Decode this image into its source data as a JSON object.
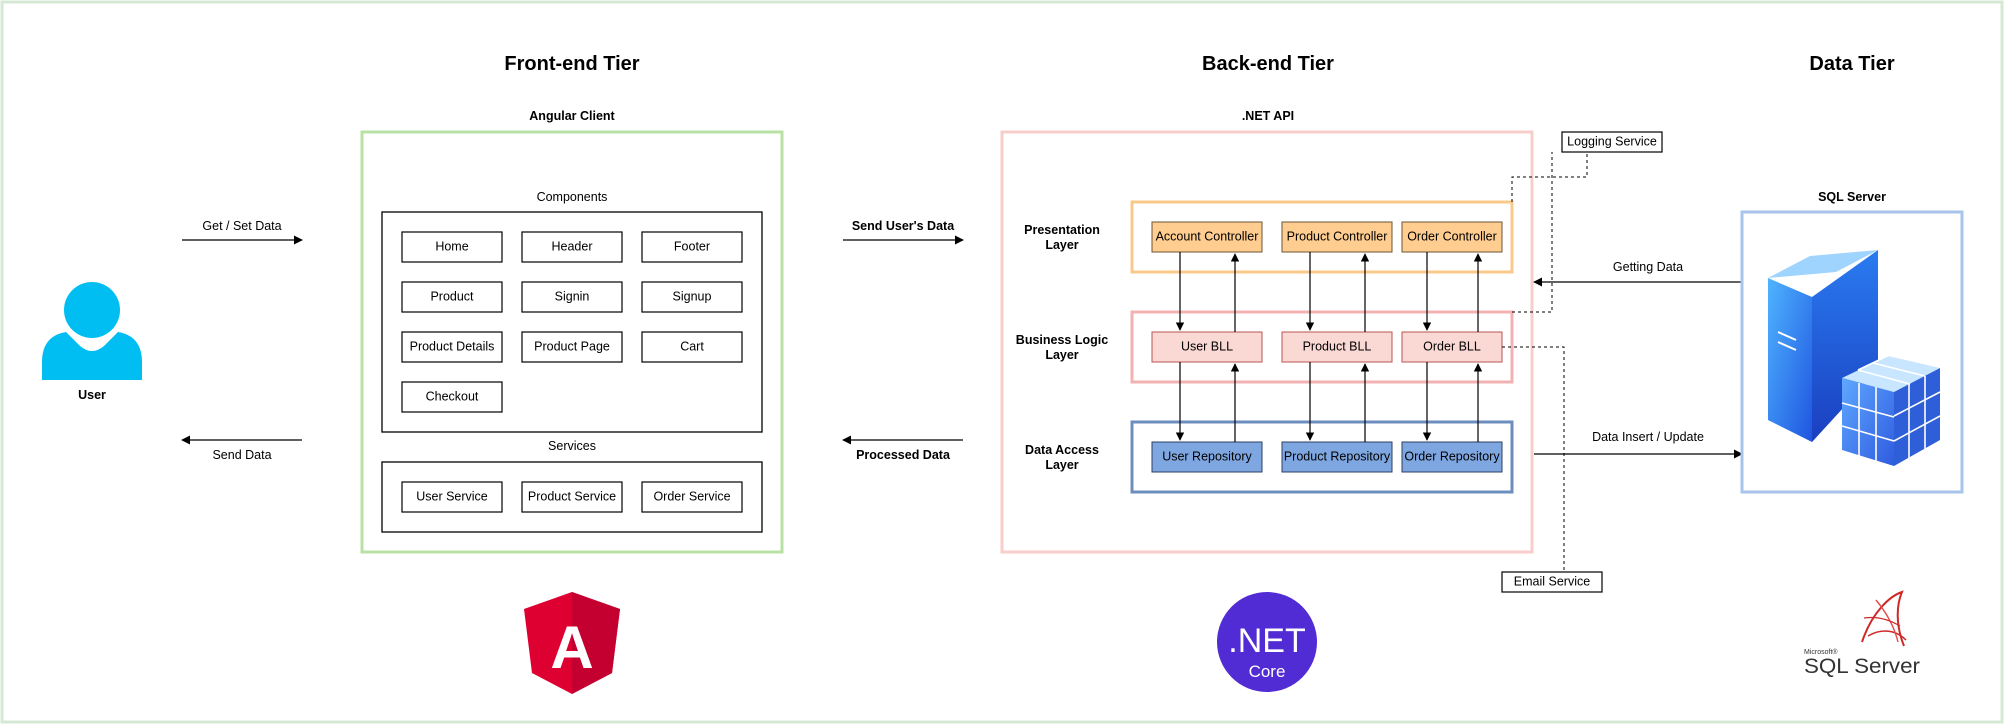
{
  "tiers": {
    "frontend": "Front-end Tier",
    "backend": "Back-end Tier",
    "data": "Data Tier"
  },
  "user": {
    "label": "User"
  },
  "flows": {
    "get_set": "Get / Set Data",
    "send_data": "Send Data",
    "send_users_data": "Send User's Data",
    "processed_data": "Processed Data",
    "getting_data": "Getting Data",
    "data_insert_update": "Data Insert / Update"
  },
  "angular": {
    "title": "Angular Client",
    "components_title": "Components",
    "components": [
      "Home",
      "Header",
      "Footer",
      "Product",
      "Signin",
      "Signup",
      "Product Details",
      "Product Page",
      "Cart",
      "Checkout"
    ],
    "services_title": "Services",
    "services": [
      "User Service",
      "Product Service",
      "Order Service"
    ]
  },
  "api": {
    "title": ".NET API",
    "layers": {
      "presentation": [
        "Presentation",
        "Layer"
      ],
      "business": [
        "Business Logic",
        "Layer"
      ],
      "data_access": [
        "Data Access",
        "Layer"
      ]
    },
    "controllers": [
      "Account Controller",
      "Product Controller",
      "Order Controller"
    ],
    "bll": [
      "User BLL",
      "Product BLL",
      "Order BLL"
    ],
    "repositories": [
      "User Repository",
      "Product Repository",
      "Order Repository"
    ],
    "logging": "Logging Service",
    "email": "Email Service"
  },
  "sql": {
    "title": "SQL Server"
  },
  "logos": {
    "angular_letter": "A",
    "net_top": ".NET",
    "net_bottom": "Core",
    "sql_small": "Microsoft®",
    "sql_big": "SQL Server"
  },
  "colors": {
    "frame": "#d5e8d4",
    "angular_border": "#b9e0a5",
    "api_border": "#f8cecc",
    "sql_border": "#a9c4eb",
    "user_icon": "#00bef2",
    "presentation_border": "#f8c98a",
    "controller_fill": "#ffcd8f",
    "business_border": "#f2b2b2",
    "bll_fill": "#fad9d5",
    "data_access_border": "#6c8ebf",
    "repository_fill": "#7ea6e0",
    "angular_logo": "#dd0031",
    "net_logo": "#512bd4"
  }
}
